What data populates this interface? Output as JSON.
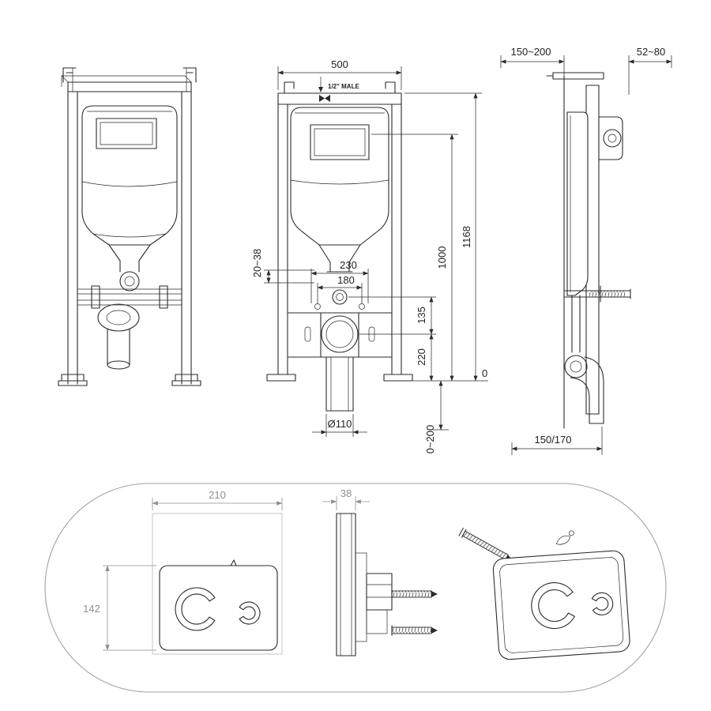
{
  "drawing": {
    "front_view": {
      "width_dim": "500",
      "inlet_label": "1/2\" MALE",
      "bolt_span_outer": "230",
      "bolt_span_inner": "180",
      "wall_gap": "20~38",
      "inlet_height": "135",
      "outlet_height": "220",
      "install_height": "1000",
      "frame_height": "1168",
      "floor_level": "0",
      "drain_diameter": "Ø110",
      "foot_adjust": "0~200"
    },
    "side_view": {
      "frame_depth": "150~200",
      "plate_depth": "52~80",
      "outlet_offset": "150/170"
    },
    "flush_plate": {
      "width": "210",
      "height": "142",
      "thickness": "38"
    }
  }
}
